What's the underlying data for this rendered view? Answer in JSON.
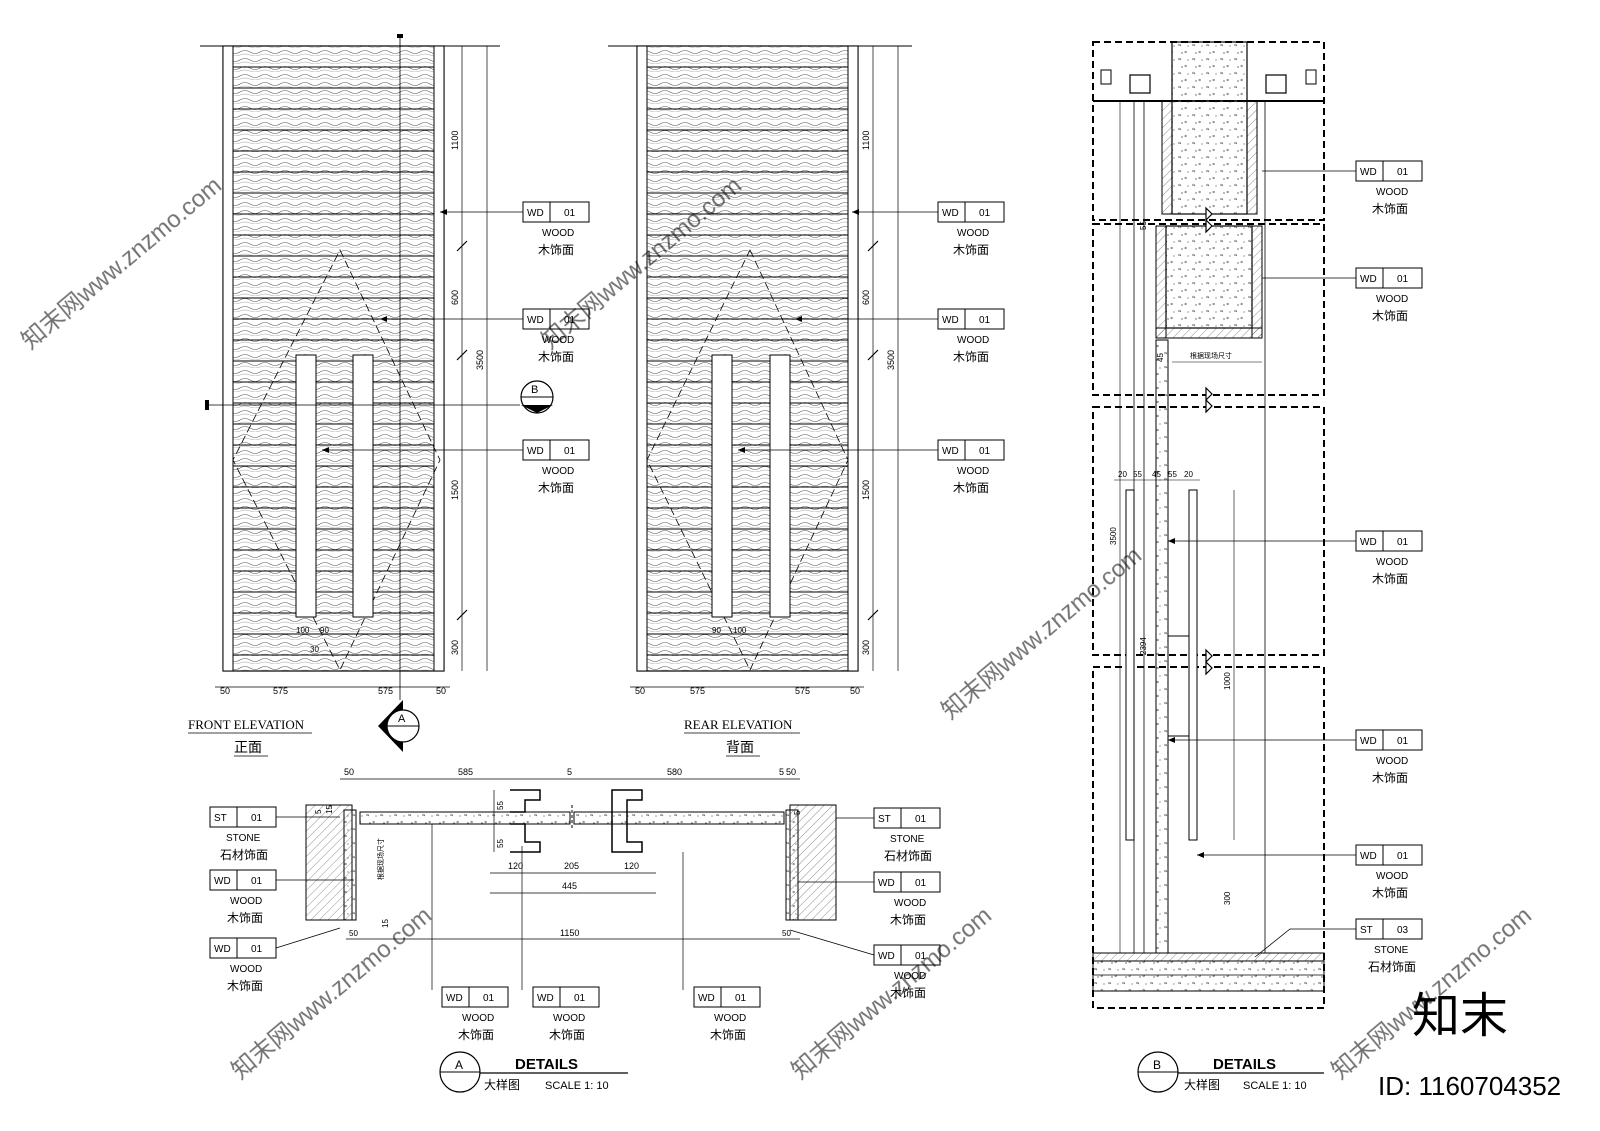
{
  "front_elevation": {
    "title": "FRONT ELEVATION",
    "title_cn": "正面",
    "dims_right": [
      "1100",
      "600",
      "3500",
      "1500",
      "300"
    ],
    "dims_bottom": [
      "50",
      "575",
      "575",
      "50"
    ],
    "dims_handle": [
      "100",
      "90",
      "30"
    ],
    "section_marks": [
      "B",
      "A"
    ],
    "tags": [
      {
        "code": "WD",
        "num": "01",
        "en": "WOOD",
        "cn": "木饰面"
      },
      {
        "code": "WD",
        "num": "01",
        "en": "WOOD",
        "cn": "木饰面"
      },
      {
        "code": "WD",
        "num": "01",
        "en": "WOOD",
        "cn": "木饰面"
      }
    ]
  },
  "rear_elevation": {
    "title": "REAR ELEVATION",
    "title_cn": "背面",
    "dims_right": [
      "1100",
      "600",
      "3500",
      "1500",
      "300"
    ],
    "dims_bottom": [
      "50",
      "575",
      "575",
      "50"
    ],
    "dims_handle": [
      "90",
      "100"
    ],
    "tags": [
      {
        "code": "WD",
        "num": "01",
        "en": "WOOD",
        "cn": "木饰面"
      },
      {
        "code": "WD",
        "num": "01",
        "en": "WOOD",
        "cn": "木饰面"
      },
      {
        "code": "WD",
        "num": "01",
        "en": "WOOD",
        "cn": "木饰面"
      }
    ]
  },
  "detail_a": {
    "mark": "A",
    "title": "DETAILS",
    "title_cn": "大样图",
    "scale": "SCALE  1: 10",
    "dims_top": [
      "50",
      "585",
      "5",
      "580",
      "5",
      "50"
    ],
    "dims_small": [
      "55",
      "55",
      "120",
      "205",
      "120",
      "445",
      "1150",
      "50",
      "50",
      "15",
      "15",
      "5",
      "5"
    ],
    "note": "根据现场尺寸",
    "tags_left": [
      {
        "code": "ST",
        "num": "01",
        "en": "STONE",
        "cn": "石材饰面"
      },
      {
        "code": "WD",
        "num": "01",
        "en": "WOOD",
        "cn": "木饰面"
      },
      {
        "code": "WD",
        "num": "01",
        "en": "WOOD",
        "cn": "木饰面"
      }
    ],
    "tags_right": [
      {
        "code": "ST",
        "num": "01",
        "en": "STONE",
        "cn": "石材饰面"
      },
      {
        "code": "WD",
        "num": "01",
        "en": "WOOD",
        "cn": "木饰面"
      },
      {
        "code": "WD",
        "num": "01",
        "en": "WOOD",
        "cn": "木饰面"
      }
    ],
    "tags_bottom": [
      {
        "code": "WD",
        "num": "01",
        "en": "WOOD",
        "cn": "木饰面"
      },
      {
        "code": "WD",
        "num": "01",
        "en": "WOOD",
        "cn": "木饰面"
      },
      {
        "code": "WD",
        "num": "01",
        "en": "WOOD",
        "cn": "木饰面"
      }
    ]
  },
  "detail_b": {
    "mark": "B",
    "title": "DETAILS",
    "title_cn": "大样图",
    "scale": "SCALE  1: 10",
    "note": "根据现场尺寸",
    "dims": [
      "20",
      "55",
      "45",
      "55",
      "20",
      "3500",
      "2394",
      "1000",
      "300",
      "55",
      "45"
    ],
    "tags": [
      {
        "code": "WD",
        "num": "01",
        "en": "WOOD",
        "cn": "木饰面"
      },
      {
        "code": "WD",
        "num": "01",
        "en": "WOOD",
        "cn": "木饰面"
      },
      {
        "code": "WD",
        "num": "01",
        "en": "WOOD",
        "cn": "木饰面"
      },
      {
        "code": "WD",
        "num": "01",
        "en": "WOOD",
        "cn": "木饰面"
      },
      {
        "code": "WD",
        "num": "01",
        "en": "WOOD",
        "cn": "木饰面"
      },
      {
        "code": "ST",
        "num": "03",
        "en": "STONE",
        "cn": "石材饰面"
      }
    ]
  },
  "watermark": {
    "logo": "知末",
    "id_text": "ID: 1160704352",
    "repeat_text": "知末网www.znzmo.com"
  }
}
